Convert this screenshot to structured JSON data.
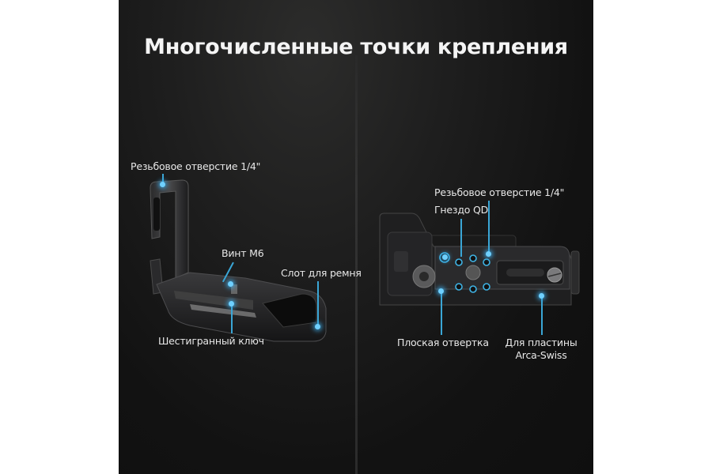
{
  "title": "Многочисленные точки крепления",
  "accent_color": "#3aa6d6",
  "left_product": {
    "name": "l-bracket",
    "callouts": [
      {
        "id": "thread-hole",
        "label": "Резьбовое отверстие 1/4\""
      },
      {
        "id": "m6-screw",
        "label": "Винт M6"
      },
      {
        "id": "strap-slot",
        "label": "Слот для ремня"
      },
      {
        "id": "hex-key",
        "label": "Шестигранный ключ"
      }
    ]
  },
  "right_product": {
    "name": "camera-with-bracket-bottom-view",
    "callouts": [
      {
        "id": "thread-hole",
        "label": "Резьбовое отверстие 1/4\""
      },
      {
        "id": "qd-socket",
        "label": "Гнездо QD"
      },
      {
        "id": "flat-screwdriver",
        "label": "Плоская отвертка"
      },
      {
        "id": "arca-swiss",
        "label_line1": "Для пластины",
        "label_line2": "Arca-Swiss"
      }
    ]
  }
}
